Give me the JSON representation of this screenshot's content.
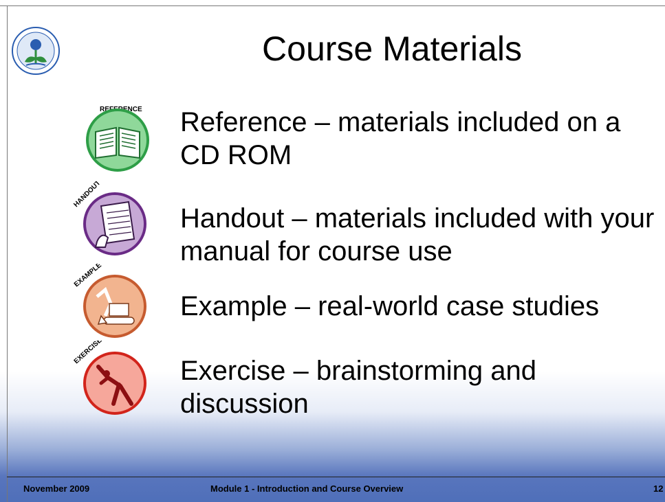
{
  "slide": {
    "title": "Course Materials",
    "items": [
      {
        "icon_label": "REFERENCE",
        "text": "Reference – materials included on a CD ROM",
        "color": "#2e9e47",
        "fill": "#8fd89a"
      },
      {
        "icon_label": "HANDOUT",
        "text": "Handout – materials included with your manual for course use",
        "color": "#6a2b86",
        "fill": "#c7a9d6"
      },
      {
        "icon_label": "EXAMPLE",
        "text": "Example – real-world case studies",
        "color": "#c65b2f",
        "fill": "#f2b48f"
      },
      {
        "icon_label": "EXERCISE",
        "text": "Exercise – brainstorming and discussion",
        "color": "#d2241b",
        "fill": "#f6a79b"
      }
    ]
  },
  "footer": {
    "date": "November 2009",
    "module": "Module 1 - Introduction and Course Overview",
    "page": "12"
  },
  "icons": {
    "logo": "epa-seal-logo",
    "reference": "book-icon",
    "handout": "paper-in-hand-icon",
    "example": "excavator-icon",
    "exercise": "stretching-person-icon"
  }
}
